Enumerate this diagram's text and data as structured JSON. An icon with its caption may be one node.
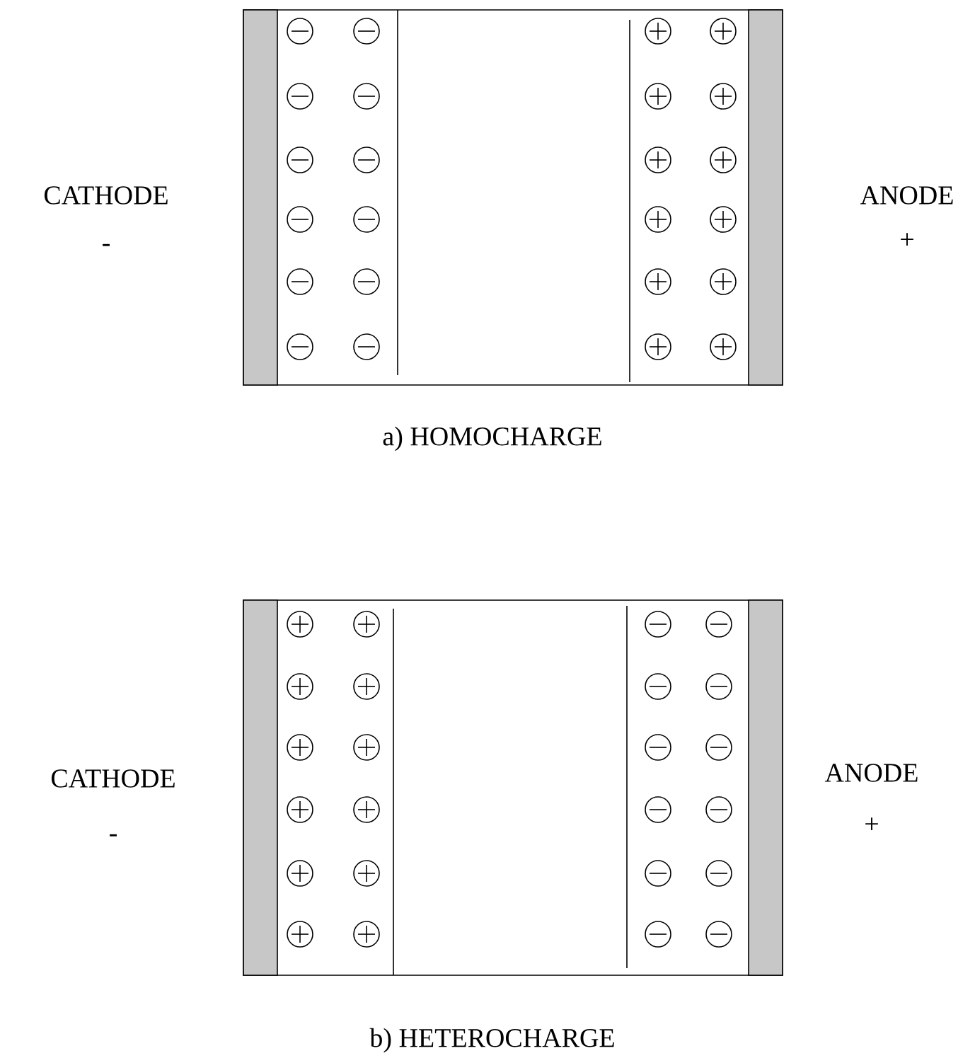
{
  "diagram": {
    "labels": [
      "CATHODE",
      "-",
      "ANODE",
      "+",
      "a) HOMOCHARGE",
      "CATHODE",
      "-",
      "ANODE",
      "+",
      "b) HETEROCHARGE"
    ]
  }
}
